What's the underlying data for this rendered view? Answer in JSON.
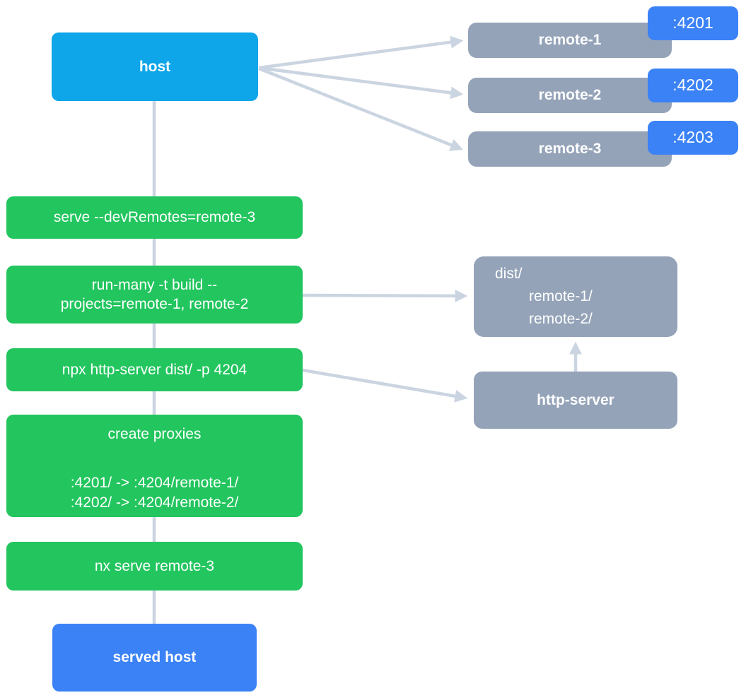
{
  "colors": {
    "background": "#ffffff",
    "host": "#0ea5e9",
    "blue": "#3b82f6",
    "gray": "#94a3b8",
    "green": "#22c55e",
    "connector": "#cbd5e1",
    "text": "#ffffff"
  },
  "nodes": {
    "host": {
      "label": "host"
    },
    "remotes": [
      {
        "name": "remote-1",
        "port": ":4201"
      },
      {
        "name": "remote-2",
        "port": ":4202"
      },
      {
        "name": "remote-3",
        "port": ":4203"
      }
    ],
    "dist": {
      "root": "dist/",
      "children": [
        "remote-1/",
        "remote-2/"
      ]
    },
    "http_server": {
      "label": "http-server"
    },
    "served_host": {
      "label": "served host"
    }
  },
  "steps": {
    "serve": "serve --devRemotes=remote-3",
    "build_line1": "run-many -t build --",
    "build_line2": "projects=remote-1, remote-2",
    "http": "npx http-server dist/ -p 4204",
    "proxies_title": "create proxies",
    "proxy_rule_1": ":4201/ -> :4204/remote-1/",
    "proxy_rule_2": ":4202/ -> :4204/remote-2/",
    "nx_serve": "nx serve remote-3"
  }
}
